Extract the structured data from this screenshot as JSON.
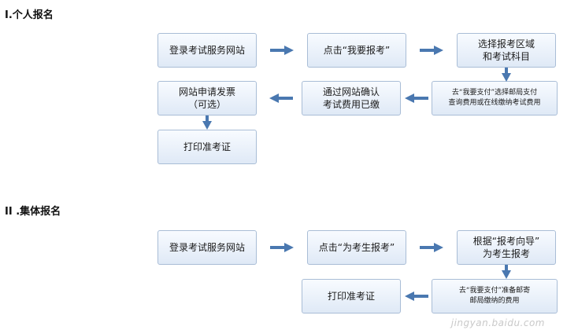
{
  "section1": {
    "title": "I.个人报名",
    "steps": [
      "登录考试服务网站",
      "点击“我要报考”",
      "选择报考区域\n和考试科目",
      "去“我要支付”选择邮局支付\n查询费用或在线缴纳考试费用",
      "通过网站确认\n考试费用已缴",
      "网站申请发票\n（可选）",
      "打印准考证"
    ]
  },
  "section2": {
    "title": "II .集体报名",
    "steps": [
      "登录考试服务网站",
      "点击“为考生报考”",
      "根据“报考向导”\n为考生报考",
      "去“我要支付”准备邮寄\n邮局缴纳的费用",
      "打印准考证"
    ]
  },
  "watermark": "jingyan.baidu.com",
  "colors": {
    "arrow": "#4a78b0",
    "box_border": "#a9bdd6",
    "box_fill": "#e6eef8"
  }
}
